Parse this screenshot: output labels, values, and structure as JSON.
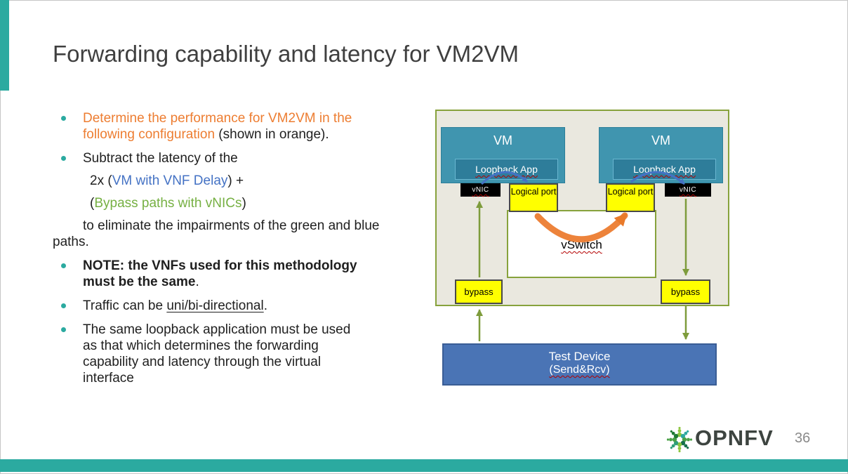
{
  "slide": {
    "title": "Forwarding capability and latency for VM2VM",
    "page_number": "36"
  },
  "footer": {
    "logo_text": "OPNFV",
    "logo_icon": "opnfv-flower-icon"
  },
  "bullets": {
    "b1": {
      "orange": "Determine the performance for VM2VM in the following configuration",
      "rest": " (shown in orange)."
    },
    "b2": {
      "lead": "Subtract the latency of the",
      "line1_pre": "2x (",
      "line1_blue": "VM with VNF Delay",
      "line1_post": ") +",
      "line2_pre": "(",
      "line2_green": "Bypass paths with vNICs",
      "line2_post": ")",
      "line3": "to eliminate the impairments of the green and blue paths."
    },
    "b3": {
      "bold": "NOTE: the VNFs used for this methodology must be the same",
      "period": "."
    },
    "b4": {
      "pre": "Traffic can be ",
      "underlined": "uni/bi-directional",
      "post": "."
    },
    "b5": {
      "text": "The same loopback application must be used as that which determines the forwarding capability and latency through the virtual interface"
    }
  },
  "diagram": {
    "vm_left": {
      "title": "VM",
      "app": "Loopback App",
      "vnic": "vNIC",
      "port": "Logical port"
    },
    "vm_right": {
      "title": "VM",
      "app": "Loopback App",
      "vnic": "vNIC",
      "port": "Logical port"
    },
    "vswitch_label": "vSwitch",
    "bypass_left": "bypass",
    "bypass_right": "bypass",
    "test_device": {
      "line1": "Test Device",
      "line2": "(Send&Rcv)"
    }
  },
  "colors": {
    "accent_teal": "#2BAAA0",
    "orange_text": "#ED7D31",
    "blue_text": "#4472C4",
    "green_text": "#76B043",
    "diagram_green": "#7E9C3C",
    "vm_fill": "#4095AF",
    "loopback_fill": "#2E7D9A",
    "yellow": "#FFFF00",
    "test_device_fill": "#4A74B5"
  }
}
